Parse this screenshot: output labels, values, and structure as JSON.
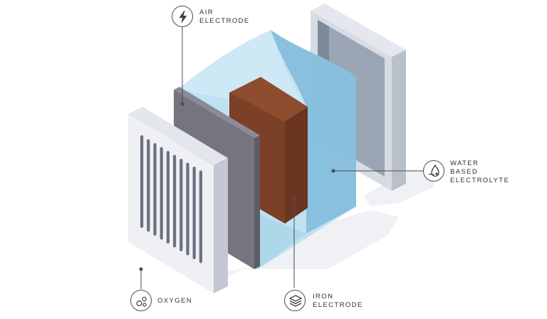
{
  "labels": {
    "air_electrode": {
      "line1": "AIR",
      "line2": "ELECTRODE",
      "icon": "lightning-bolt-icon"
    },
    "water_electrolyte": {
      "line1": "WATER",
      "line2": "BASED",
      "line3": "ELECTROLYTE",
      "icon": "water-drop-icon"
    },
    "iron_electrode": {
      "line1": "IRON",
      "line2": "ELECTRODE",
      "icon": "stacked-layers-icon"
    },
    "oxygen": {
      "line1": "OXYGEN",
      "icon": "bubbles-icon"
    }
  },
  "colors": {
    "casing_front": "#eef0f4",
    "casing_side": "#c9ced8",
    "air_electrode_face": "#757480",
    "electrolyte": "#9fd0e6",
    "iron_front": "#7b4025",
    "iron_side": "#6a3620",
    "iron_top": "#8a4a2c",
    "back_frame": "#d5dae2",
    "back_inner": "#9ea9b8",
    "shadow": "#eef0f3",
    "leader": "#4a4a55"
  }
}
